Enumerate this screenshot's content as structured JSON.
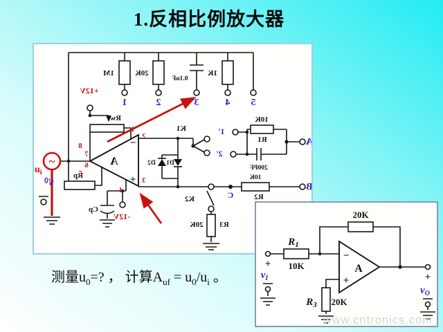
{
  "title": "1.反相比例放大器",
  "formula": {
    "p1": "测量u",
    "s1": "0",
    "p2": "=? ， 计算A",
    "s2": "uf",
    "p3": " = u",
    "s3": "0",
    "p4": "/u",
    "s4": "i",
    "p5": " 。"
  },
  "watermark": "www.cntronics.com",
  "main": {
    "r_top_1": "1M",
    "r_top_2": "20K",
    "c_top": "0.1uF",
    "r_top_3": "1K",
    "t1": "1",
    "t2": "2",
    "t3": "3",
    "t4": "4",
    "t5": "5",
    "vcc": "+12V",
    "vee": "-12V",
    "rw": "Rw",
    "rp": "Rp",
    "cp": "Cp",
    "opamp": "A",
    "minus": "−",
    "plus": "+",
    "tilde": "~",
    "pin1": "1",
    "pin2": "2",
    "pin3": "3",
    "pin4": "4",
    "pin5": "5",
    "pin6": "6",
    "pin7": "7",
    "pin8": "8",
    "d1": "D1",
    "d2": "D2",
    "k1": "K1",
    "k2": "K2",
    "j1": "1'",
    "j2": "2'",
    "ja": "A",
    "jb": "B",
    "jc": "C",
    "r1": "R1",
    "r1v": "10K",
    "c1": "200PF",
    "r2": "R2",
    "r2v": "10K",
    "r3": "R3",
    "r3v": "20K",
    "src_u": "u",
    "src_sub": "i",
    "vo": "V0"
  },
  "inset": {
    "rf": "20K",
    "r1": "R",
    "r1s": "1",
    "r1v": "10K",
    "r3": "R",
    "r3s": "3",
    "r3v": "20K",
    "opamp": "A",
    "minus": "−",
    "plus": "+",
    "vin_plus": "+",
    "vin": "v",
    "vin_s": "I",
    "vout_plus": "+",
    "vout": "v",
    "vout_s": "O"
  }
}
